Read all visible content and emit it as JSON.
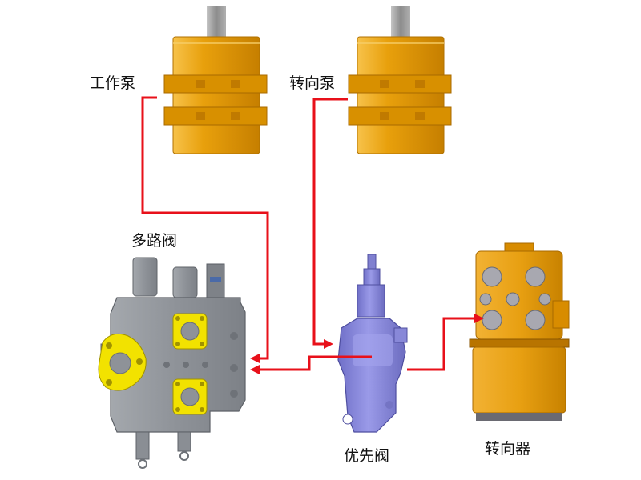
{
  "labels": {
    "work_pump": "工作泵",
    "steering_pump": "转向泵",
    "multiway_valve": "多路阀",
    "priority_valve": "优先阀",
    "steering_gear": "转向器"
  },
  "colors": {
    "pump_body": "#e8a00c",
    "pump_shaft": "#9a9a9a",
    "valve_body": "#8f9399",
    "flange": "#f2e200",
    "priority_valve": "#8f8fe0",
    "steering_gear": "#e89a10",
    "flow_line": "#e8101a"
  }
}
